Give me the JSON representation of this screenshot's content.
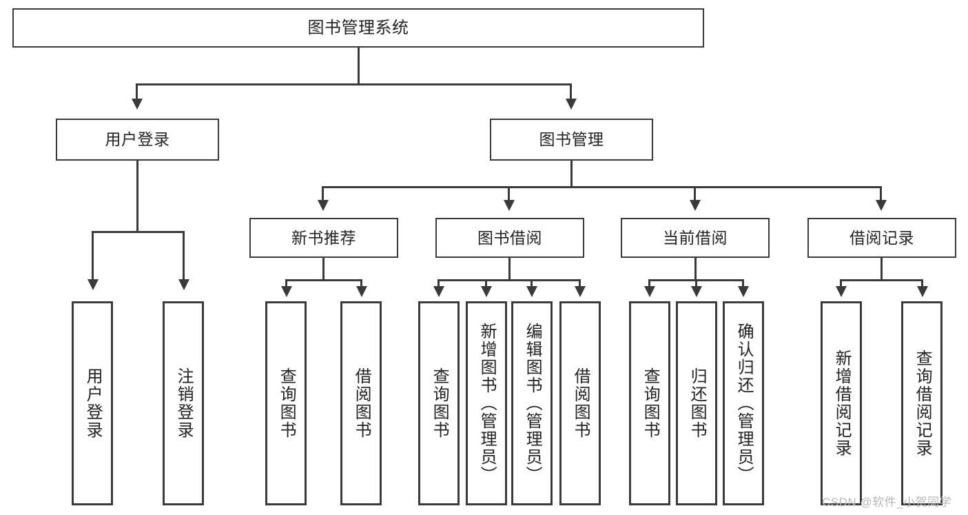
{
  "diagram": {
    "title": "图书管理系统",
    "type": "tree-hierarchy-diagram",
    "root": {
      "label": "图书管理系统"
    },
    "level2": [
      {
        "label": "用户登录"
      },
      {
        "label": "图书管理"
      }
    ],
    "level3": [
      {
        "label": "新书推荐"
      },
      {
        "label": "图书借阅"
      },
      {
        "label": "当前借阅"
      },
      {
        "label": "借阅记录"
      }
    ],
    "leaves": {
      "user_login": [
        {
          "label": "用户登录"
        },
        {
          "label": "注销登录"
        }
      ],
      "new_book_recommend": [
        {
          "label": "查询图书"
        },
        {
          "label": "借阅图书"
        }
      ],
      "book_borrow": [
        {
          "label": "查询图书"
        },
        {
          "label": "新增图书（管理员）"
        },
        {
          "label": "编辑图书（管理员）"
        },
        {
          "label": "借阅图书"
        }
      ],
      "current_borrow": [
        {
          "label": "查询图书"
        },
        {
          "label": "归还图书"
        },
        {
          "label": "确认归还（管理员）"
        }
      ],
      "borrow_record": [
        {
          "label": "新增借阅记录"
        },
        {
          "label": "查询借阅记录"
        }
      ]
    }
  },
  "watermark": {
    "text": "CSDN @软件_小贺同学"
  },
  "colors": {
    "stroke": "#3a3a3a",
    "background": "#ffffff",
    "text": "#222222",
    "watermark": "#b9b9b9"
  }
}
